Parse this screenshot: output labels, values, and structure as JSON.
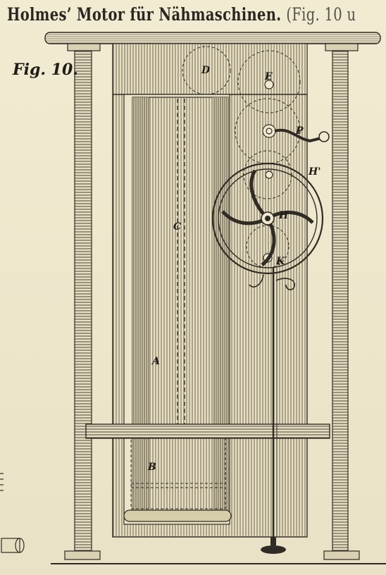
{
  "title": {
    "main": "Holmes’ Motor für Nähmaschinen.",
    "suffix": "(Fig. 10 u"
  },
  "figure_label": "Fig. 10.",
  "part_labels": {
    "D": "D",
    "E": "E",
    "P": "P",
    "H_prime": "H'",
    "H": "H",
    "C": "C",
    "K": "K",
    "A": "A",
    "B": "B"
  }
}
